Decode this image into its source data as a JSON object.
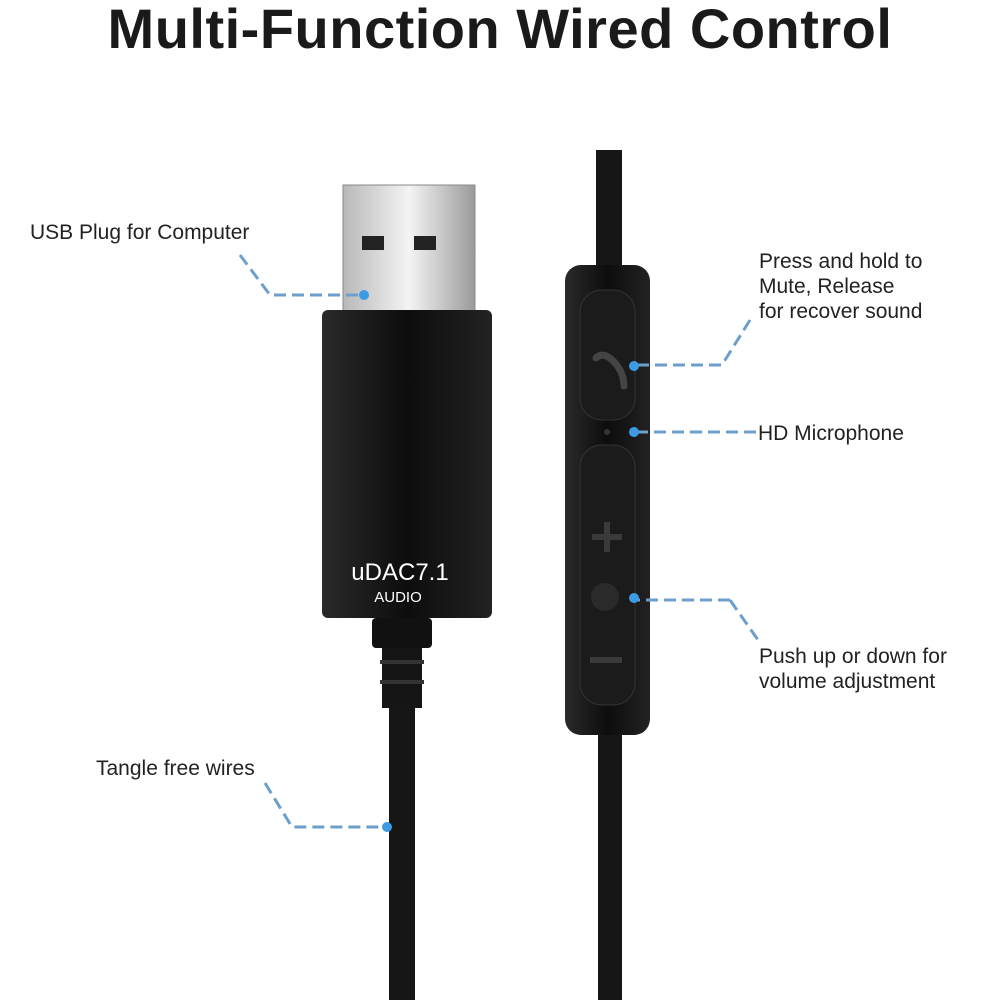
{
  "title": "Multi-Function Wired Control",
  "product": {
    "brand_text": "uDAC7.1",
    "sub_text": "AUDIO"
  },
  "callouts": [
    {
      "text": "USB Plug for Computer"
    },
    {
      "lines": [
        "Press and hold to",
        "Mute, Release",
        "for recover sound"
      ]
    },
    {
      "text": "HD Microphone"
    },
    {
      "lines": [
        "Push up or down for",
        "volume adjustment"
      ]
    },
    {
      "text": "Tangle free wires"
    }
  ],
  "colors": {
    "dash": "#6d9fcc",
    "dot": "#3b9be3",
    "body": "#111111"
  }
}
